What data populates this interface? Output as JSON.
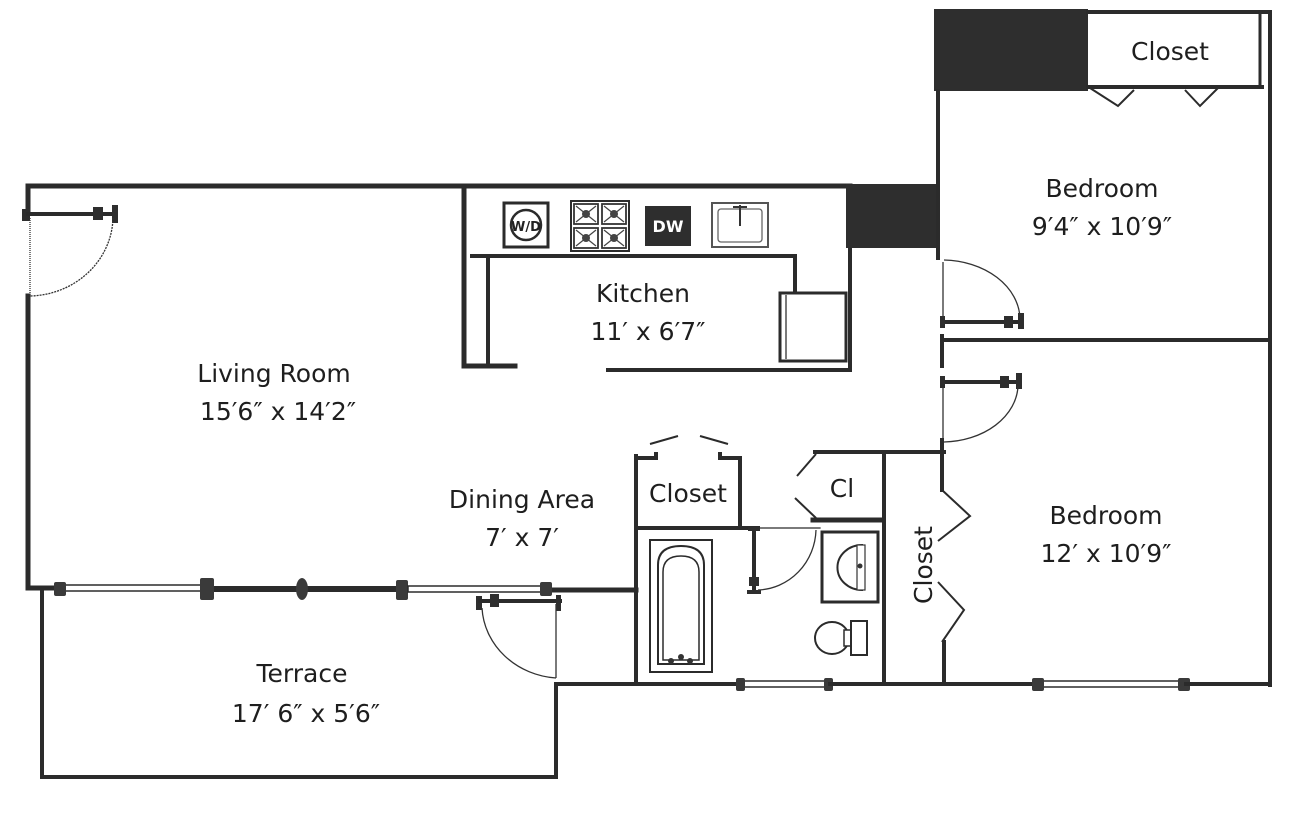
{
  "floor_plan": {
    "rooms": [
      {
        "id": "living-room",
        "name": "Living Room",
        "dimensions": "15′6″ x 14′2″"
      },
      {
        "id": "kitchen",
        "name": "Kitchen",
        "dimensions": "11′ x 6′7″"
      },
      {
        "id": "dining-area",
        "name": "Dining Area",
        "dimensions": "7′ x 7′"
      },
      {
        "id": "terrace",
        "name": "Terrace",
        "dimensions": "17′ 6″ x 5′6″"
      },
      {
        "id": "bedroom-1",
        "name": "Bedroom",
        "dimensions": "9′4″ x 10′9″"
      },
      {
        "id": "bedroom-2",
        "name": "Bedroom",
        "dimensions": "12′ x 10′9″"
      }
    ],
    "closets": [
      {
        "id": "closet-bedroom-1",
        "label": "Closet"
      },
      {
        "id": "closet-hall",
        "label": "Closet"
      },
      {
        "id": "closet-small",
        "label": "Cl"
      },
      {
        "id": "closet-bedroom-2",
        "label": "Closet"
      }
    ],
    "appliances": {
      "washer_dryer": "W/D",
      "dishwasher": "DW"
    },
    "colors": {
      "wall": "#2b2b2b",
      "background": "#ffffff"
    }
  }
}
